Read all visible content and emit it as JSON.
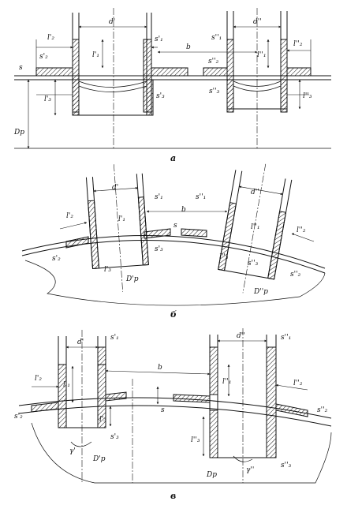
{
  "captions": {
    "a": "а",
    "b": "б",
    "c": "в"
  },
  "panel_a": {
    "d1": "d'",
    "d2": "d''",
    "l2a": "l'₂",
    "s2a": "s'₂",
    "l1a": "l'₁",
    "s1a": "s'₁",
    "b": "b",
    "s1b": "s''₁",
    "s2b": "s''₂",
    "l1b": "l''₁",
    "l2b": "l''₂",
    "s": "s",
    "l3a": "l'₃",
    "s3a": "s'₃",
    "s3b": "s''₃",
    "l3b": "l''₃",
    "dp": "Dp"
  },
  "panel_b": {
    "d1": "d'",
    "s1a": "s'₁",
    "s1b": "s''₁",
    "d2": "d''",
    "l2a": "l'₂",
    "l1a": "l'₁",
    "b": "b",
    "s": "s",
    "l1b": "l''₁",
    "l2b": "l''₂",
    "s2a": "s'₂",
    "s3a": "s'₃",
    "l3a": "l'₃",
    "dpa": "D'p",
    "l3b": "l''₃",
    "s3b": "s''₃",
    "s2b": "s''₂",
    "dpb": "D''p"
  },
  "panel_c": {
    "d1": "d'",
    "s1a": "s'₁",
    "d2": "d''",
    "s1b": "s''₁",
    "l2a": "l'₂",
    "l1a": "l'₁",
    "b": "b",
    "l1b": "l''₁",
    "l2b": "l''₂",
    "s2a": "s'₂",
    "s": "s",
    "l3a": "l'₃",
    "s3a": "s'₃",
    "s2b": "s''₂",
    "l3b": "l''₃",
    "ga": "γ'",
    "dpa": "D'p",
    "gb": "γ''",
    "dpb": "Dp",
    "s3b": "s''₃"
  }
}
